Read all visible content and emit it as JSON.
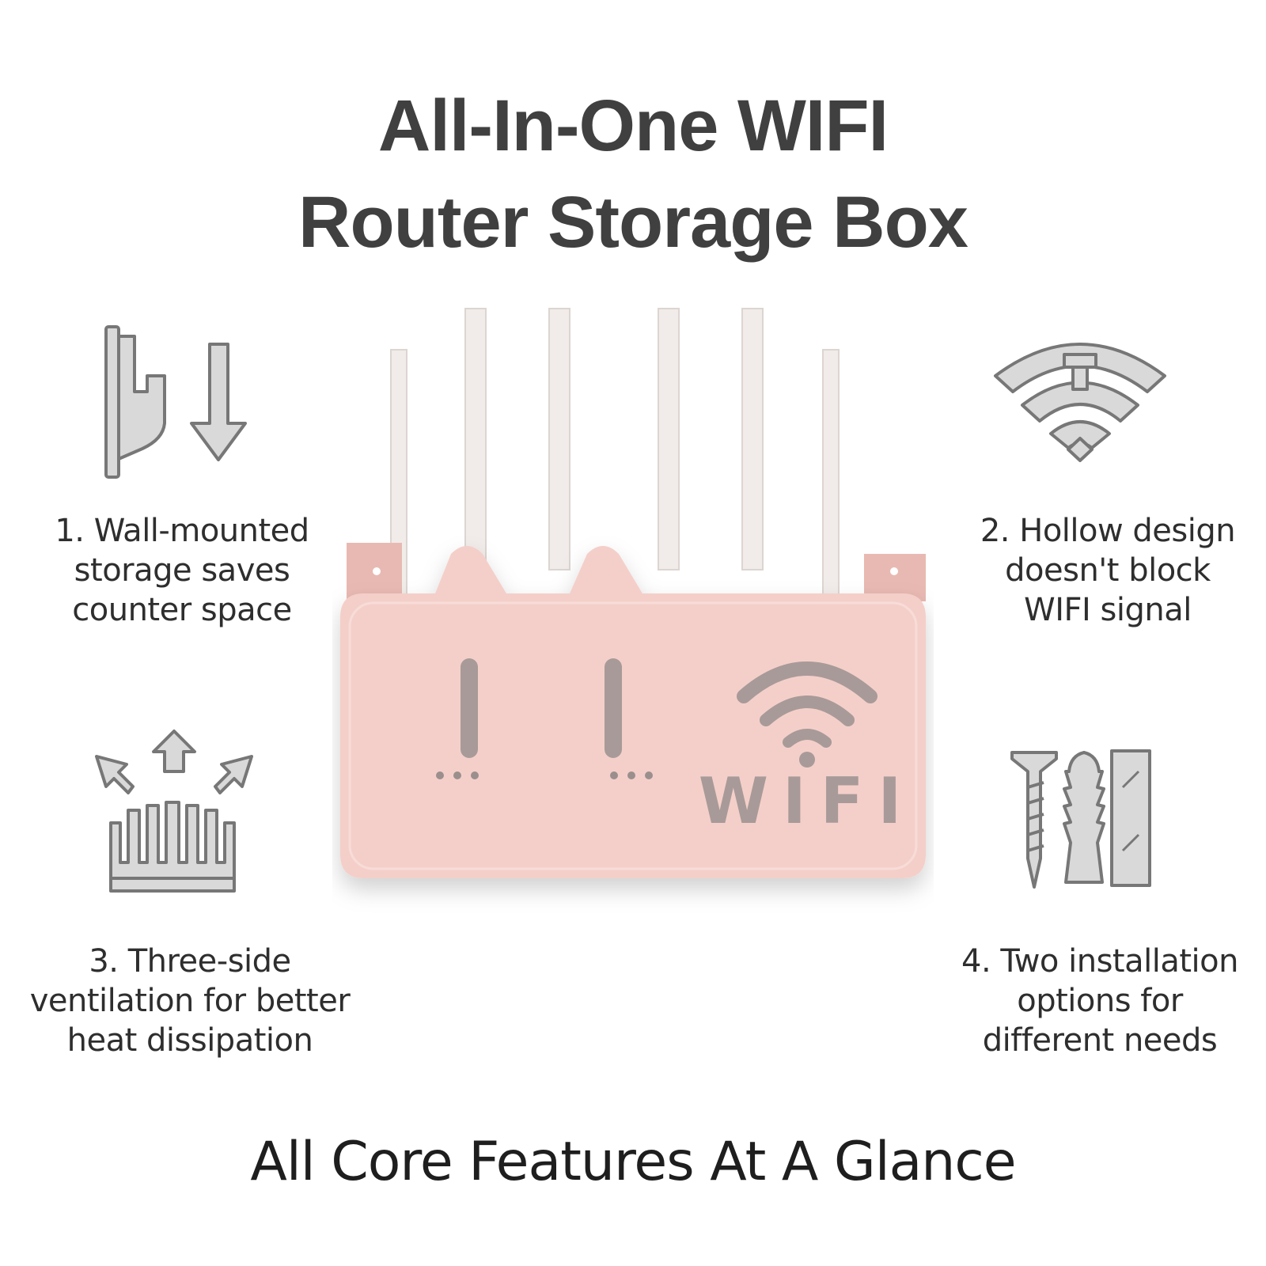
{
  "title": {
    "line1": "All-In-One WIFI",
    "line2": "Router Storage Box"
  },
  "features": [
    {
      "icon": "wall-mount-hook-icon",
      "lines": [
        "1. Wall-mounted",
        "storage saves",
        "counter space"
      ]
    },
    {
      "icon": "wifi-signal-icon",
      "lines": [
        "2. Hollow design",
        "doesn't block",
        "WIFI signal"
      ]
    },
    {
      "icon": "ventilation-heatsink-icon",
      "lines": [
        "3. Three-side",
        "ventilation for better",
        "heat dissipation"
      ]
    },
    {
      "icon": "screw-anchor-tape-icon",
      "lines": [
        "4. Two installation",
        "options for",
        "different needs"
      ]
    }
  ],
  "product": {
    "panel_text": "WIFI",
    "color": "#f4cfc9",
    "icon": "router-box-icon"
  },
  "tagline": "All Core Features At A Glance"
}
